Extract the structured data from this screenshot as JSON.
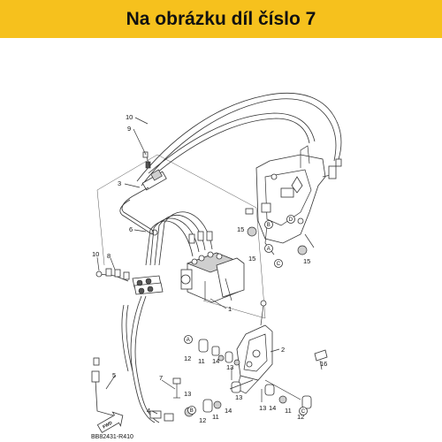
{
  "banner": {
    "text": "Na obrázku díl číslo 7",
    "background": "#f6c11d"
  },
  "diagram": {
    "code": "BB82431-R410",
    "fwd_label": "FWD",
    "callouts": {
      "1": "1",
      "2": "2",
      "3": "3",
      "4": "4",
      "5": "5",
      "6": "6",
      "7": "7",
      "8": "8",
      "9": "9",
      "10": "10",
      "11": "11",
      "12": "12",
      "13": "13",
      "14": "14",
      "15": "15",
      "16": "16"
    },
    "circle_markers": {
      "A": "A",
      "B": "B",
      "C": "C",
      "D": "D"
    }
  }
}
